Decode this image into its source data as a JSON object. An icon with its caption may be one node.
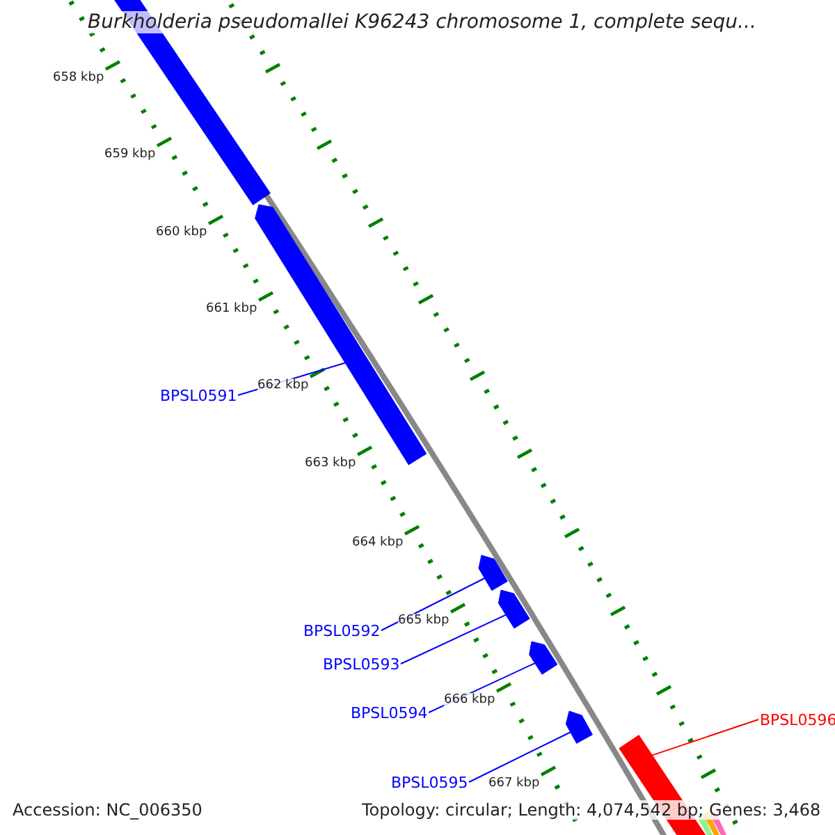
{
  "diagram": {
    "title": "Burkholderia pseudomallei K96243 chromosome 1, complete sequ...",
    "nodes": [
      {
        "text": [],
        "shape": "bar"
      },
      {
        "text": [],
        "shape": "bar"
      },
      {
        "text": [
          "BPSL0591"
        ]
      },
      {
        "text": [],
        "shape": "bar"
      },
      {
        "text": [],
        "shape": "bar"
      },
      {
        "text": [],
        "shape": "bar"
      },
      {
        "text": [],
        "shape": "bar"
      },
      {
        "text": [
          "BPSL0592"
        ]
      },
      {
        "text": [
          "BPSL0593"
        ]
      },
      {
        "text": [
          "BPSL0594"
        ]
      },
      {
        "text": [
          "BPSL0595"
        ]
      },
      {
        "text": [],
        "shape": "bar"
      },
      {
        "text": [
          "BPSL0596"
        ]
      }
    ],
    "edges": [
      {
        "from": 2,
        "to": 1,
        "arrow": "none"
      },
      {
        "from": 7,
        "to": 3,
        "arrow": "none"
      },
      {
        "from": 8,
        "to": 4,
        "arrow": "none"
      },
      {
        "from": 9,
        "to": 5,
        "arrow": "none"
      },
      {
        "from": 10,
        "to": 6,
        "arrow": "none"
      },
      {
        "from": 12,
        "to": 11,
        "arrow": "none",
        "color": "#ff0000"
      }
    ],
    "labels": [
      "658 kbp",
      "659 kbp",
      "660 kbp",
      "661 kbp",
      "662 kbp",
      "663 kbp",
      "664 kbp",
      "665 kbp",
      "666 kbp",
      "667 kbp",
      "Accession: NC_006350",
      "Topology: circular; Length: 4,074,542 bp; Genes: 3,468"
    ]
  }
}
